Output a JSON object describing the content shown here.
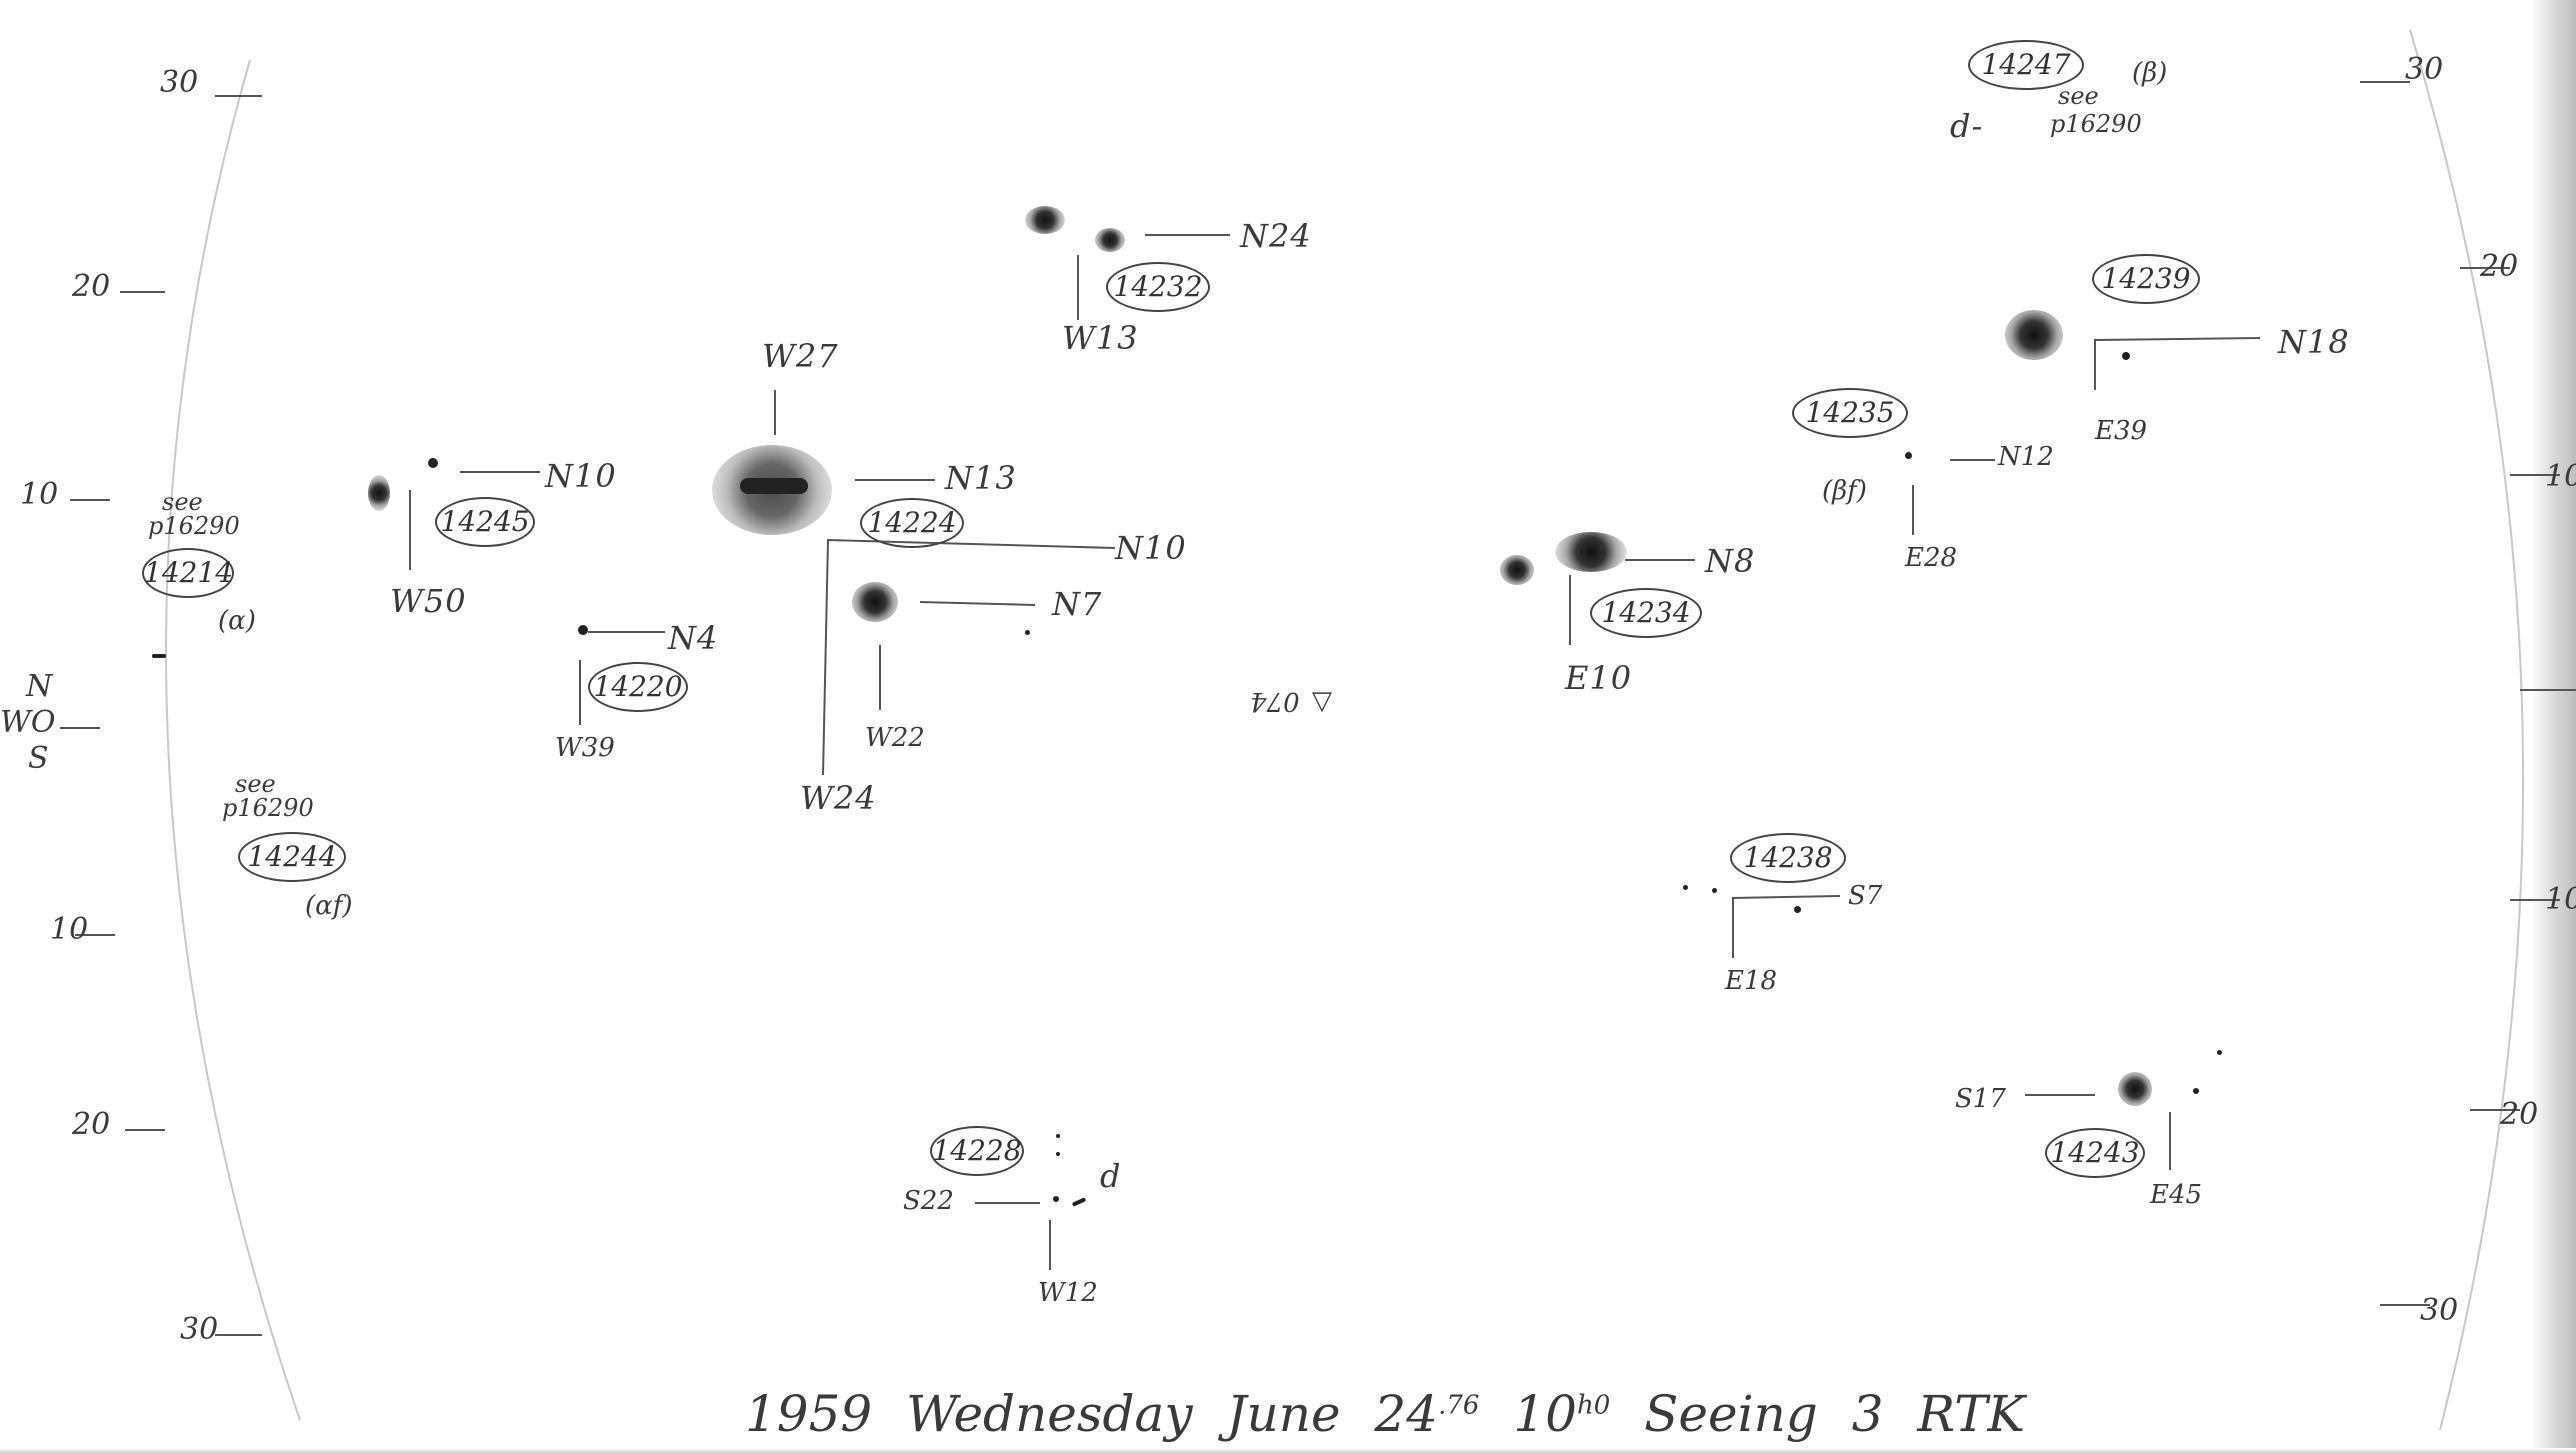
{
  "scale_left": {
    "top30": "30",
    "top20": "20",
    "top10": "10",
    "dirN": "N",
    "dirWO": "WO",
    "dirS": "S",
    "bot10": "10",
    "bot20": "20",
    "bot30": "30"
  },
  "scale_right": {
    "top30": "30",
    "top20": "20",
    "mid10a": "10",
    "mid10b": "10",
    "bot20": "20",
    "bot30": "30"
  },
  "regions": {
    "r14247": {
      "number": "14247",
      "note1": "see",
      "note2": "p16290",
      "tag": "(β)",
      "mark": "d-"
    },
    "r14232": {
      "number": "14232",
      "north": "N24",
      "west": "W13"
    },
    "r14239": {
      "number": "14239",
      "north": "N18",
      "east": "E39"
    },
    "r14235": {
      "number": "14235",
      "north": "N12",
      "east": "E28",
      "tag": "(βf)"
    },
    "r14245": {
      "number": "14245",
      "north": "N10",
      "west": "W50"
    },
    "r14214": {
      "number": "14214",
      "note1": "see",
      "note2": "p16290",
      "tag": "(α)"
    },
    "r14224": {
      "number": "14224",
      "north": "N13",
      "west": "W27",
      "north2": "N10",
      "west2": "W24"
    },
    "r14220": {
      "number": "14220",
      "north": "N4",
      "west": "W39"
    },
    "r14234": {
      "number": "14234",
      "north": "N8",
      "east": "E10"
    },
    "rN7": {
      "north": "N7",
      "west": "W22"
    },
    "r14244": {
      "number": "14244",
      "note1": "see",
      "note2": "p16290",
      "tag": "(αf)"
    },
    "r14238": {
      "number": "14238",
      "south": "S7",
      "east": "E18"
    },
    "r14228": {
      "number": "14228",
      "south": "S22",
      "west": "W12",
      "mark": "d"
    },
    "r14243": {
      "number": "14243",
      "south": "S17",
      "east": "E45"
    }
  },
  "center_mark": "074",
  "footer": {
    "year": "1959",
    "day": "Wednesday",
    "date": "June 24",
    "fraction": ".76",
    "time": "10",
    "time_sup": "h0",
    "seeing": "Seeing",
    "seeing_value": "3",
    "initials": "RTK"
  }
}
